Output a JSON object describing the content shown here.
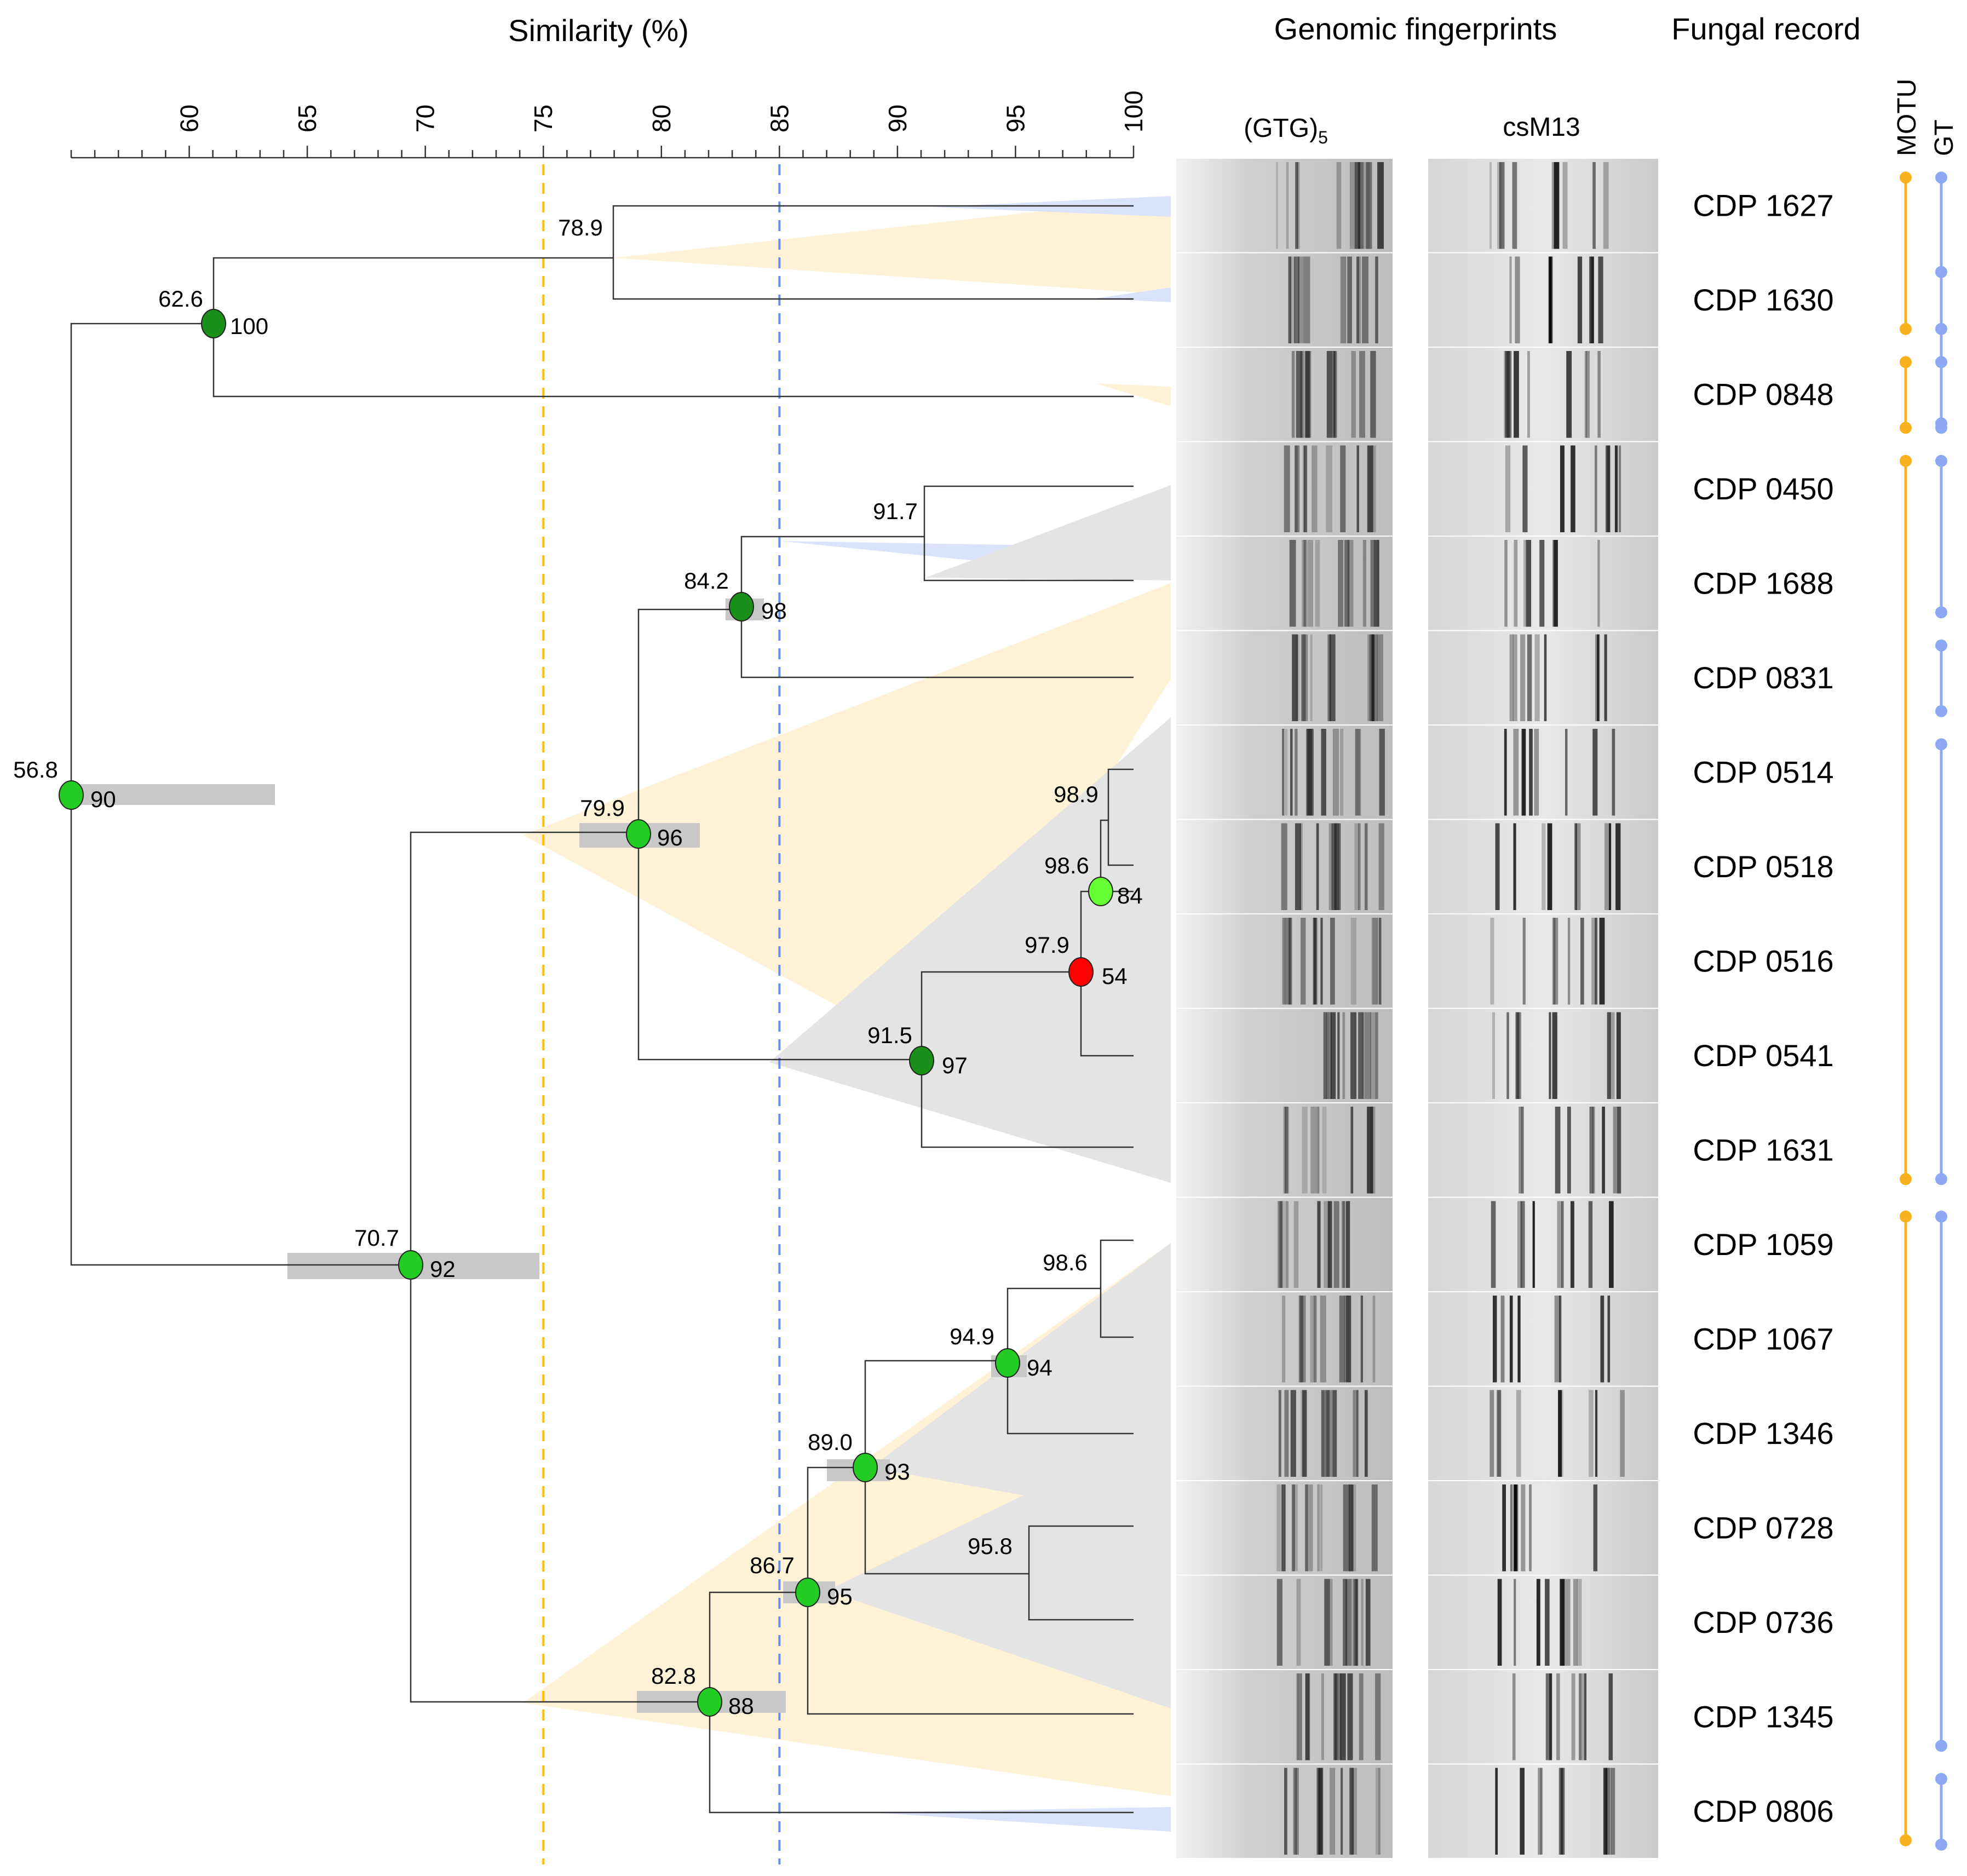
{
  "header": {
    "similarity_title": "Similarity (%)",
    "fingerprints_title": "Genomic fingerprints",
    "fungal_title": "Fungal record",
    "gtg_label": "(GTG)",
    "gtg_sub": "5",
    "csm13_label": "csM13",
    "motu_label": "MOTU",
    "gt_label": "GT"
  },
  "axis": {
    "min": 55,
    "max": 100,
    "labeled_ticks": [
      60,
      65,
      70,
      75,
      80,
      85,
      90,
      95,
      100
    ],
    "minor_step": 1
  },
  "thresholds": [
    {
      "value": 75,
      "color": "#ffc000"
    },
    {
      "value": 85,
      "color": "#6b8cf0"
    }
  ],
  "colors": {
    "node_dark": "#1a8f1a",
    "node_mid": "#22cc22",
    "node_light": "#66ff33",
    "node_red": "#ff0000",
    "wedge_orange": "#fff2d6",
    "wedge_blue": "#dbe2fb",
    "wedge_gray": "#e4e4e4",
    "motu": "#f7b21e",
    "gt": "#8ea9f3"
  },
  "isolates": [
    "CDP 1627",
    "CDP 1630",
    "CDP 0848",
    "CDP 0450",
    "CDP 1688",
    "CDP 0831",
    "CDP 0514",
    "CDP 0518",
    "CDP 0516",
    "CDP 0541",
    "CDP 1631",
    "CDP 1059",
    "CDP 1067",
    "CDP 1346",
    "CDP 0728",
    "CDP 0736",
    "CDP 1345",
    "CDP 0806"
  ],
  "nodes": [
    {
      "id": "n1",
      "sim": "62.6",
      "support": "100",
      "node": "dark"
    },
    {
      "id": "n2",
      "sim": "78.9",
      "support": "",
      "node": "none"
    },
    {
      "id": "n3",
      "sim": "56.8",
      "support": "90",
      "node": "mid"
    },
    {
      "id": "n4",
      "sim": "70.7",
      "support": "92",
      "node": "mid"
    },
    {
      "id": "n5",
      "sim": "79.9",
      "support": "96",
      "node": "mid"
    },
    {
      "id": "n6",
      "sim": "84.2",
      "support": "98",
      "node": "dark"
    },
    {
      "id": "n7",
      "sim": "91.7",
      "support": "",
      "node": "none"
    },
    {
      "id": "n8",
      "sim": "91.5",
      "support": "97",
      "node": "dark"
    },
    {
      "id": "n9",
      "sim": "97.9",
      "support": "54",
      "node": "red"
    },
    {
      "id": "n10",
      "sim": "98.6",
      "support": "84",
      "node": "light"
    },
    {
      "id": "n11",
      "sim": "98.9",
      "support": "",
      "node": "none"
    },
    {
      "id": "n12",
      "sim": "82.8",
      "support": "88",
      "node": "mid"
    },
    {
      "id": "n13",
      "sim": "86.7",
      "support": "95",
      "node": "mid"
    },
    {
      "id": "n14",
      "sim": "89.0",
      "support": "93",
      "node": "mid"
    },
    {
      "id": "n15",
      "sim": "94.9",
      "support": "94",
      "node": "mid"
    },
    {
      "id": "n16",
      "sim": "98.6",
      "support": "",
      "node": "none"
    },
    {
      "id": "n17",
      "sim": "95.8",
      "support": "",
      "node": "none"
    }
  ],
  "motu_groups": [
    [
      0,
      1
    ],
    [
      2,
      2
    ],
    [
      3,
      10
    ],
    [
      11,
      17
    ]
  ],
  "gt_groups": [
    [
      0,
      1
    ],
    [
      1,
      2
    ],
    [
      2,
      2
    ],
    [
      3,
      4
    ],
    [
      5,
      5
    ],
    [
      6,
      10
    ],
    [
      11,
      16
    ],
    [
      17,
      17
    ]
  ]
}
